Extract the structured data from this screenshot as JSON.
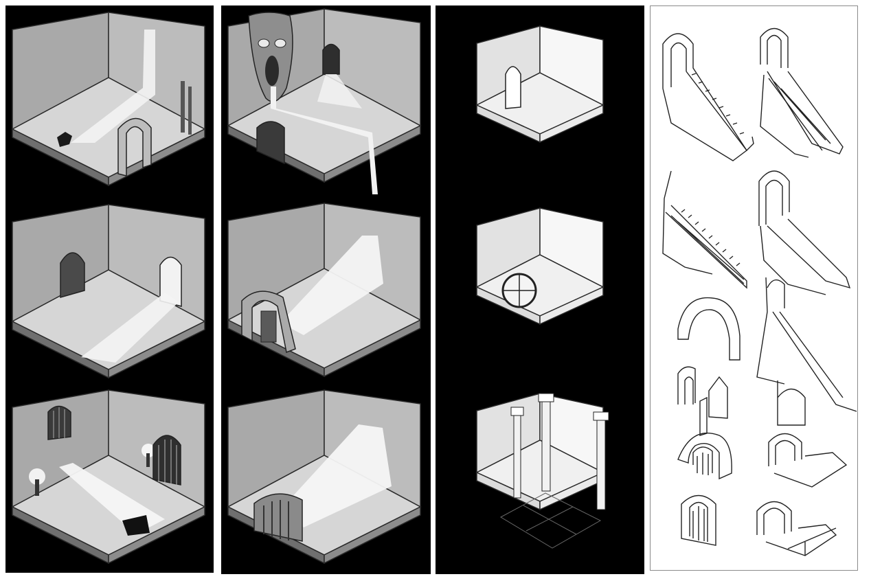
{
  "sheet": {
    "background": "#ffffff",
    "panel_background": "#000000",
    "sketch_background": "#ffffff",
    "floor_tone": "#d6d6d6",
    "wall_tone": "#a9a9a9",
    "shadow_tone": "#6f6f6f",
    "light_tone": "#f4f4f4",
    "outline": "#2a2a2a"
  },
  "columns": [
    {
      "id": "col-1",
      "style": "rendered-grayscale",
      "tiles": [
        {
          "subject": "ruined-room-with-free-standing-arch",
          "icon": "stone-arch-icon"
        },
        {
          "subject": "brick-room-with-two-arched-doors",
          "icon": "arched-door-icon"
        },
        {
          "subject": "room-with-torches-and-window",
          "icon": "torch-icon"
        }
      ]
    },
    {
      "id": "col-2",
      "style": "rendered-grayscale",
      "tiles": [
        {
          "subject": "demon-face-wall-with-waterfall",
          "icon": "demon-face-icon"
        },
        {
          "subject": "cave-with-wooden-gate",
          "icon": "wooden-gate-icon"
        },
        {
          "subject": "cave-with-barred-gate",
          "icon": "portcullis-icon"
        }
      ]
    },
    {
      "id": "col-3",
      "style": "light-render",
      "tiles": [
        {
          "subject": "corner-room-with-gothic-doorway",
          "icon": "gothic-door-icon"
        },
        {
          "subject": "corner-room-with-round-window",
          "icon": "round-window-icon"
        },
        {
          "subject": "columned-room-with-tiled-floor",
          "icon": "column-icon"
        }
      ]
    },
    {
      "id": "col-4",
      "style": "line-sketch",
      "items": [
        {
          "subject": "arched-staircase",
          "icon": "staircase-icon"
        },
        {
          "subject": "rubble-staircase",
          "icon": "staircase-icon"
        },
        {
          "subject": "straight-staircase",
          "icon": "staircase-icon"
        },
        {
          "subject": "arched-staircase-variant",
          "icon": "staircase-icon"
        },
        {
          "subject": "broken-arch",
          "icon": "stone-arch-icon"
        },
        {
          "subject": "tall-staircase-with-archway",
          "icon": "staircase-icon"
        },
        {
          "subject": "split-door-frame",
          "icon": "door-frame-icon"
        },
        {
          "subject": "arched-wooden-door",
          "icon": "arched-door-icon"
        },
        {
          "subject": "arch-on-platform",
          "icon": "stone-arch-icon"
        },
        {
          "subject": "small-arched-door",
          "icon": "arched-door-icon"
        },
        {
          "subject": "arch-with-steps",
          "icon": "stone-arch-icon"
        }
      ]
    }
  ]
}
